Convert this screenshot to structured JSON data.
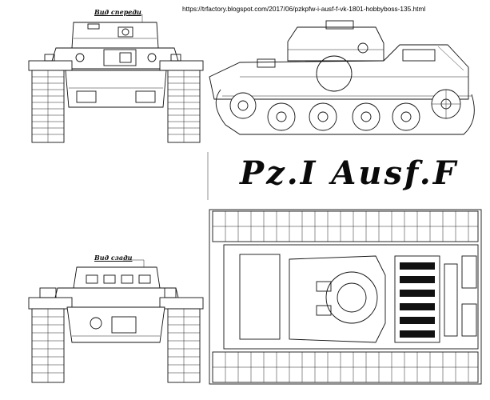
{
  "page": {
    "url": "https://trfactory.blogspot.com/2017/06/pzkpfw-i-ausf-f-vk-1801-hobbyboss-135.html",
    "title": "Pz.I  Ausf.F"
  },
  "views": {
    "front": {
      "label": "Вид спереди"
    },
    "rear": {
      "label": "Вид сзади"
    }
  },
  "colors": {
    "line": "#111111",
    "paper": "#ffffff"
  }
}
